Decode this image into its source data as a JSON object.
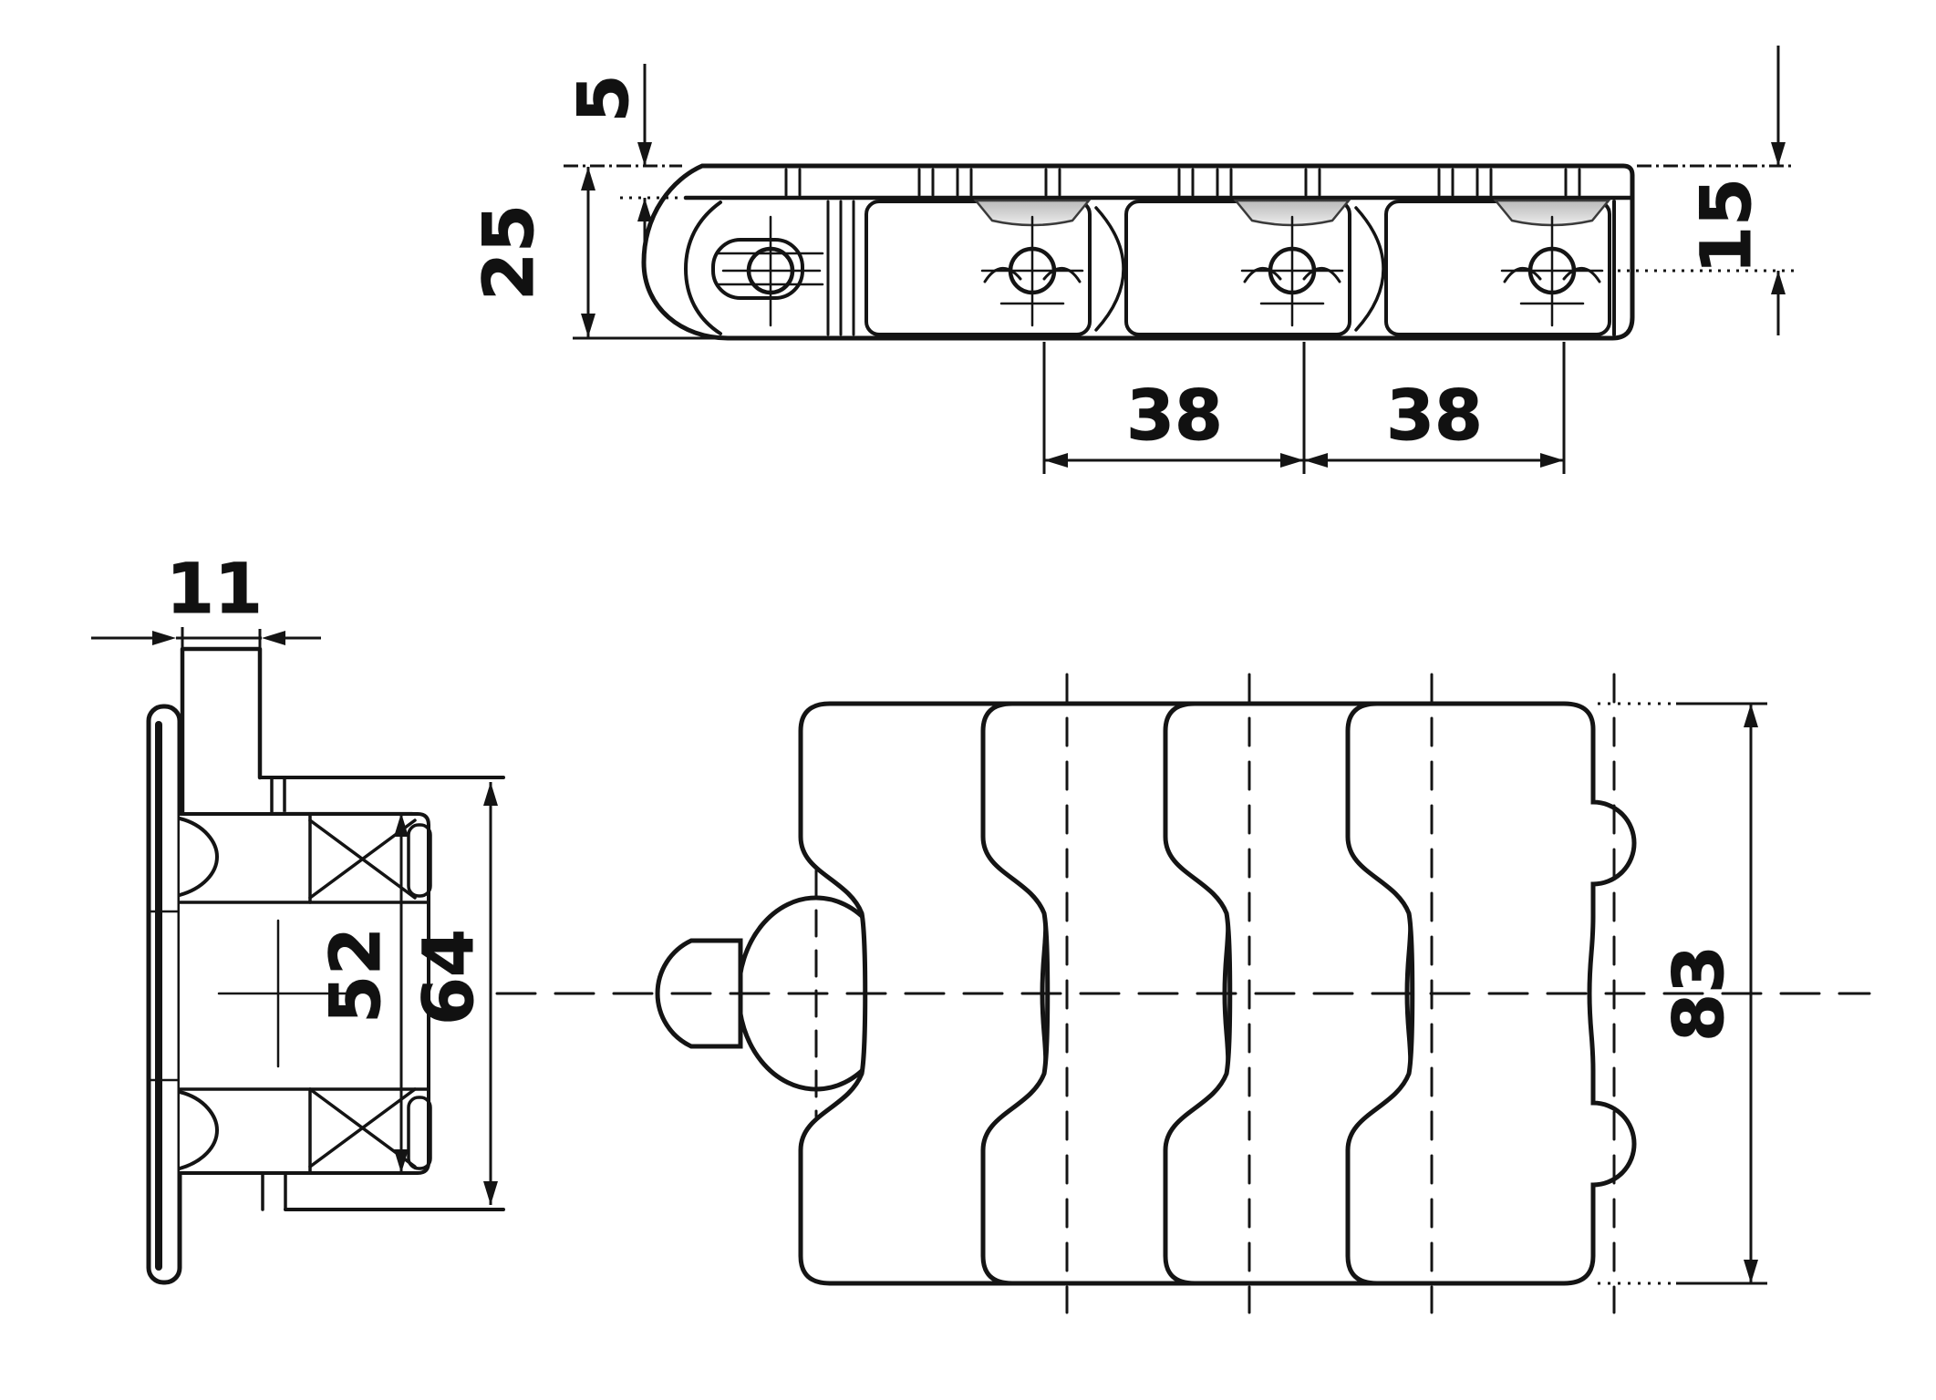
{
  "drawing": {
    "title": "conveyor-chain-technical-drawing",
    "line_color": "#141414",
    "dimple_color": "#c3c3c3",
    "background": "#ffffff"
  },
  "dims": {
    "top_offset": "5",
    "side_height": "25",
    "pin_height": "15",
    "pitch_a": "38",
    "pitch_b": "38",
    "tab_width": "11",
    "inner_height": "52",
    "outer_height": "64",
    "plate_width": "83"
  }
}
